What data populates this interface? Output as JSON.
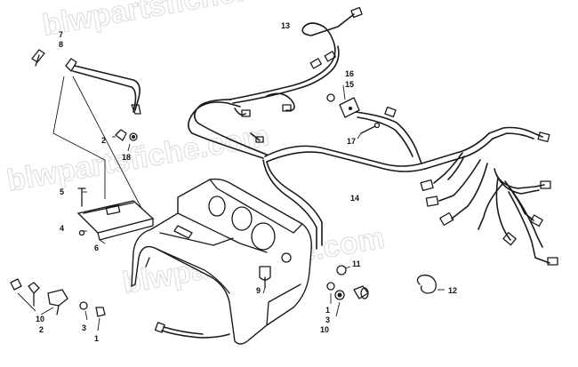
{
  "watermark": {
    "text": "blwpartsfiche.com",
    "color": "#cfcfcf"
  },
  "callouts": {
    "c7_top": "7",
    "c8_top": "8",
    "c13": "13",
    "c16": "16",
    "c15": "15",
    "c2_mid": "2",
    "c18": "18",
    "c17": "17",
    "c14": "14",
    "c5": "5",
    "c4": "4",
    "c6": "6",
    "c11": "11",
    "c9": "9",
    "c1_right": "1",
    "c3_right": "3",
    "c10_right": "10",
    "c12": "12",
    "c10_left": "10",
    "c2_left": "2",
    "c3_left": "3",
    "c1_left": "1"
  }
}
